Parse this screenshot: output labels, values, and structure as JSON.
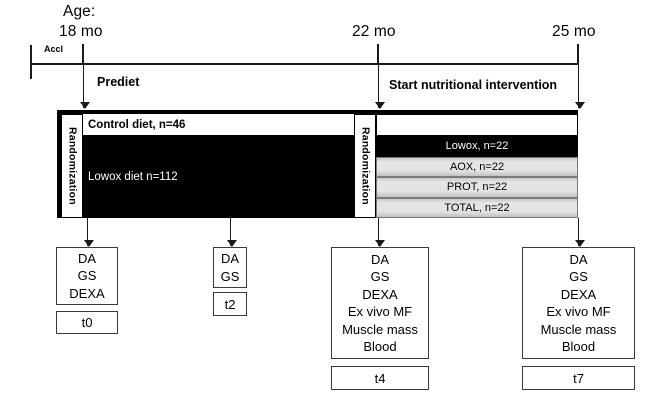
{
  "timeline": {
    "age_caption": "Age:",
    "ticks": [
      {
        "label": "18 mo"
      },
      {
        "label": "22 mo"
      },
      {
        "label": "25 mo"
      }
    ],
    "accl_label": "Accl",
    "events": [
      {
        "label": "Prediet"
      },
      {
        "label": "Start nutritional intervention"
      }
    ]
  },
  "diet_block": {
    "randomization_left": "Randomization",
    "randomization_right": "Randomization",
    "control_diet": "Control diet, n=46",
    "lowox_diet": "Lowox diet n=112",
    "arms": [
      {
        "label": "Lowox, n=22",
        "style": "dark"
      },
      {
        "label": "AOX, n=22",
        "style": "gray"
      },
      {
        "label": "PROT, n=22",
        "style": "gray"
      },
      {
        "label": "TOTAL, n=22",
        "style": "gray"
      }
    ]
  },
  "outcomes": [
    {
      "timepoint": "t0",
      "measures": [
        "DA",
        "GS",
        "DEXA"
      ]
    },
    {
      "timepoint": "t2",
      "measures": [
        "DA",
        "GS"
      ]
    },
    {
      "timepoint": "t4",
      "measures": [
        "DA",
        "GS",
        "DEXA",
        "Ex vivo MF",
        "Muscle mass",
        "Blood"
      ]
    },
    {
      "timepoint": "t7",
      "measures": [
        "DA",
        "GS",
        "DEXA",
        "Ex vivo MF",
        "Muscle mass",
        "Blood"
      ]
    }
  ],
  "colors": {
    "ink": "#000000",
    "dark_arm": "#000000",
    "gray_arm": "#e0e0e0",
    "paper": "#ffffff"
  }
}
